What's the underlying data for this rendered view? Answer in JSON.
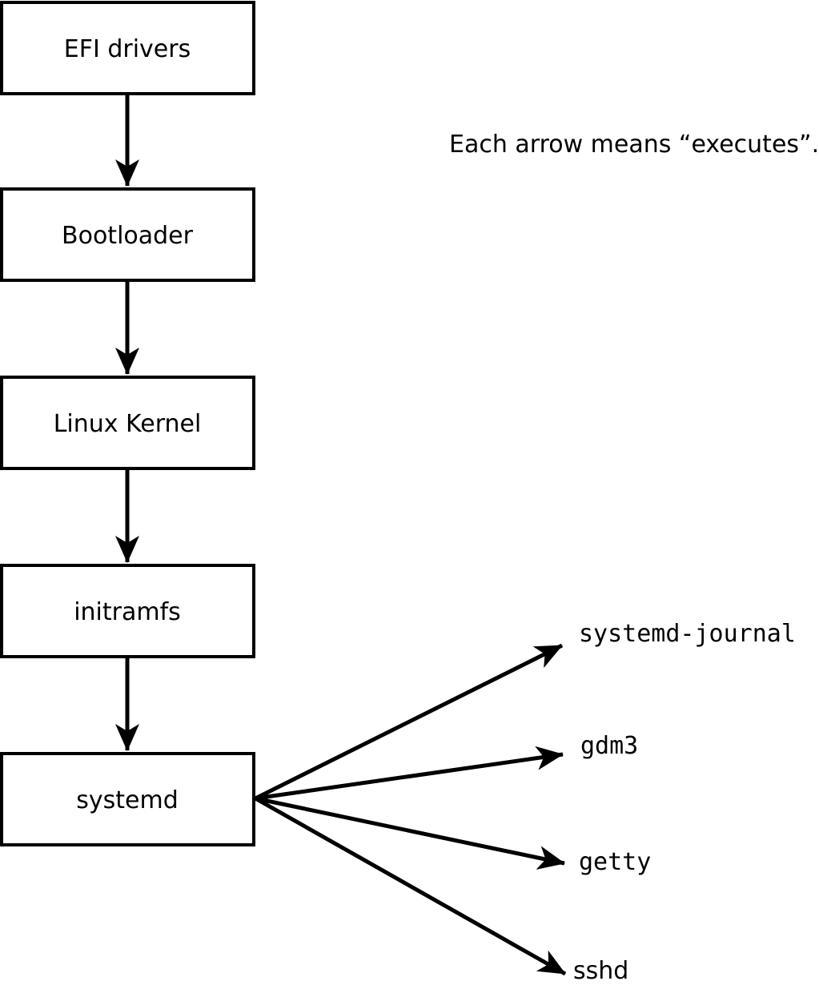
{
  "caption": "Each arrow means “executes”.",
  "boot_chain": [
    {
      "label": "EFI drivers"
    },
    {
      "label": "Bootloader"
    },
    {
      "label": "Linux Kernel"
    },
    {
      "label": "initramfs"
    },
    {
      "label": "systemd"
    }
  ],
  "spawned_processes": [
    {
      "label": "systemd-journal"
    },
    {
      "label": "gdm3"
    },
    {
      "label": "getty"
    },
    {
      "label": "sshd"
    }
  ],
  "colors": {
    "stroke": "#000000",
    "background": "#ffffff"
  }
}
